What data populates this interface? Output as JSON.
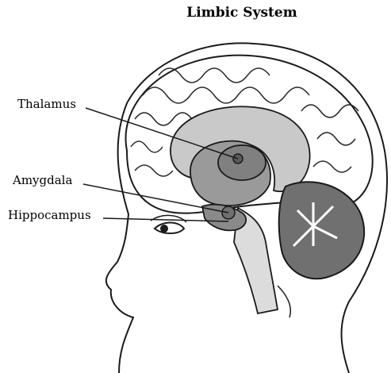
{
  "title": "Limbic System",
  "labels": {
    "thalamus": "Thalamus",
    "amygdala": "Amygdala",
    "hippocampus": "Hippocampus"
  },
  "colors": {
    "outline": "#1a1a1a",
    "cortex": "#ffffff",
    "inner_region": "#c9c9c9",
    "deep_region": "#9a9a9a",
    "thalamus": "#808080",
    "cerebellum": "#707070",
    "brainstem": "#dcdcdc"
  }
}
